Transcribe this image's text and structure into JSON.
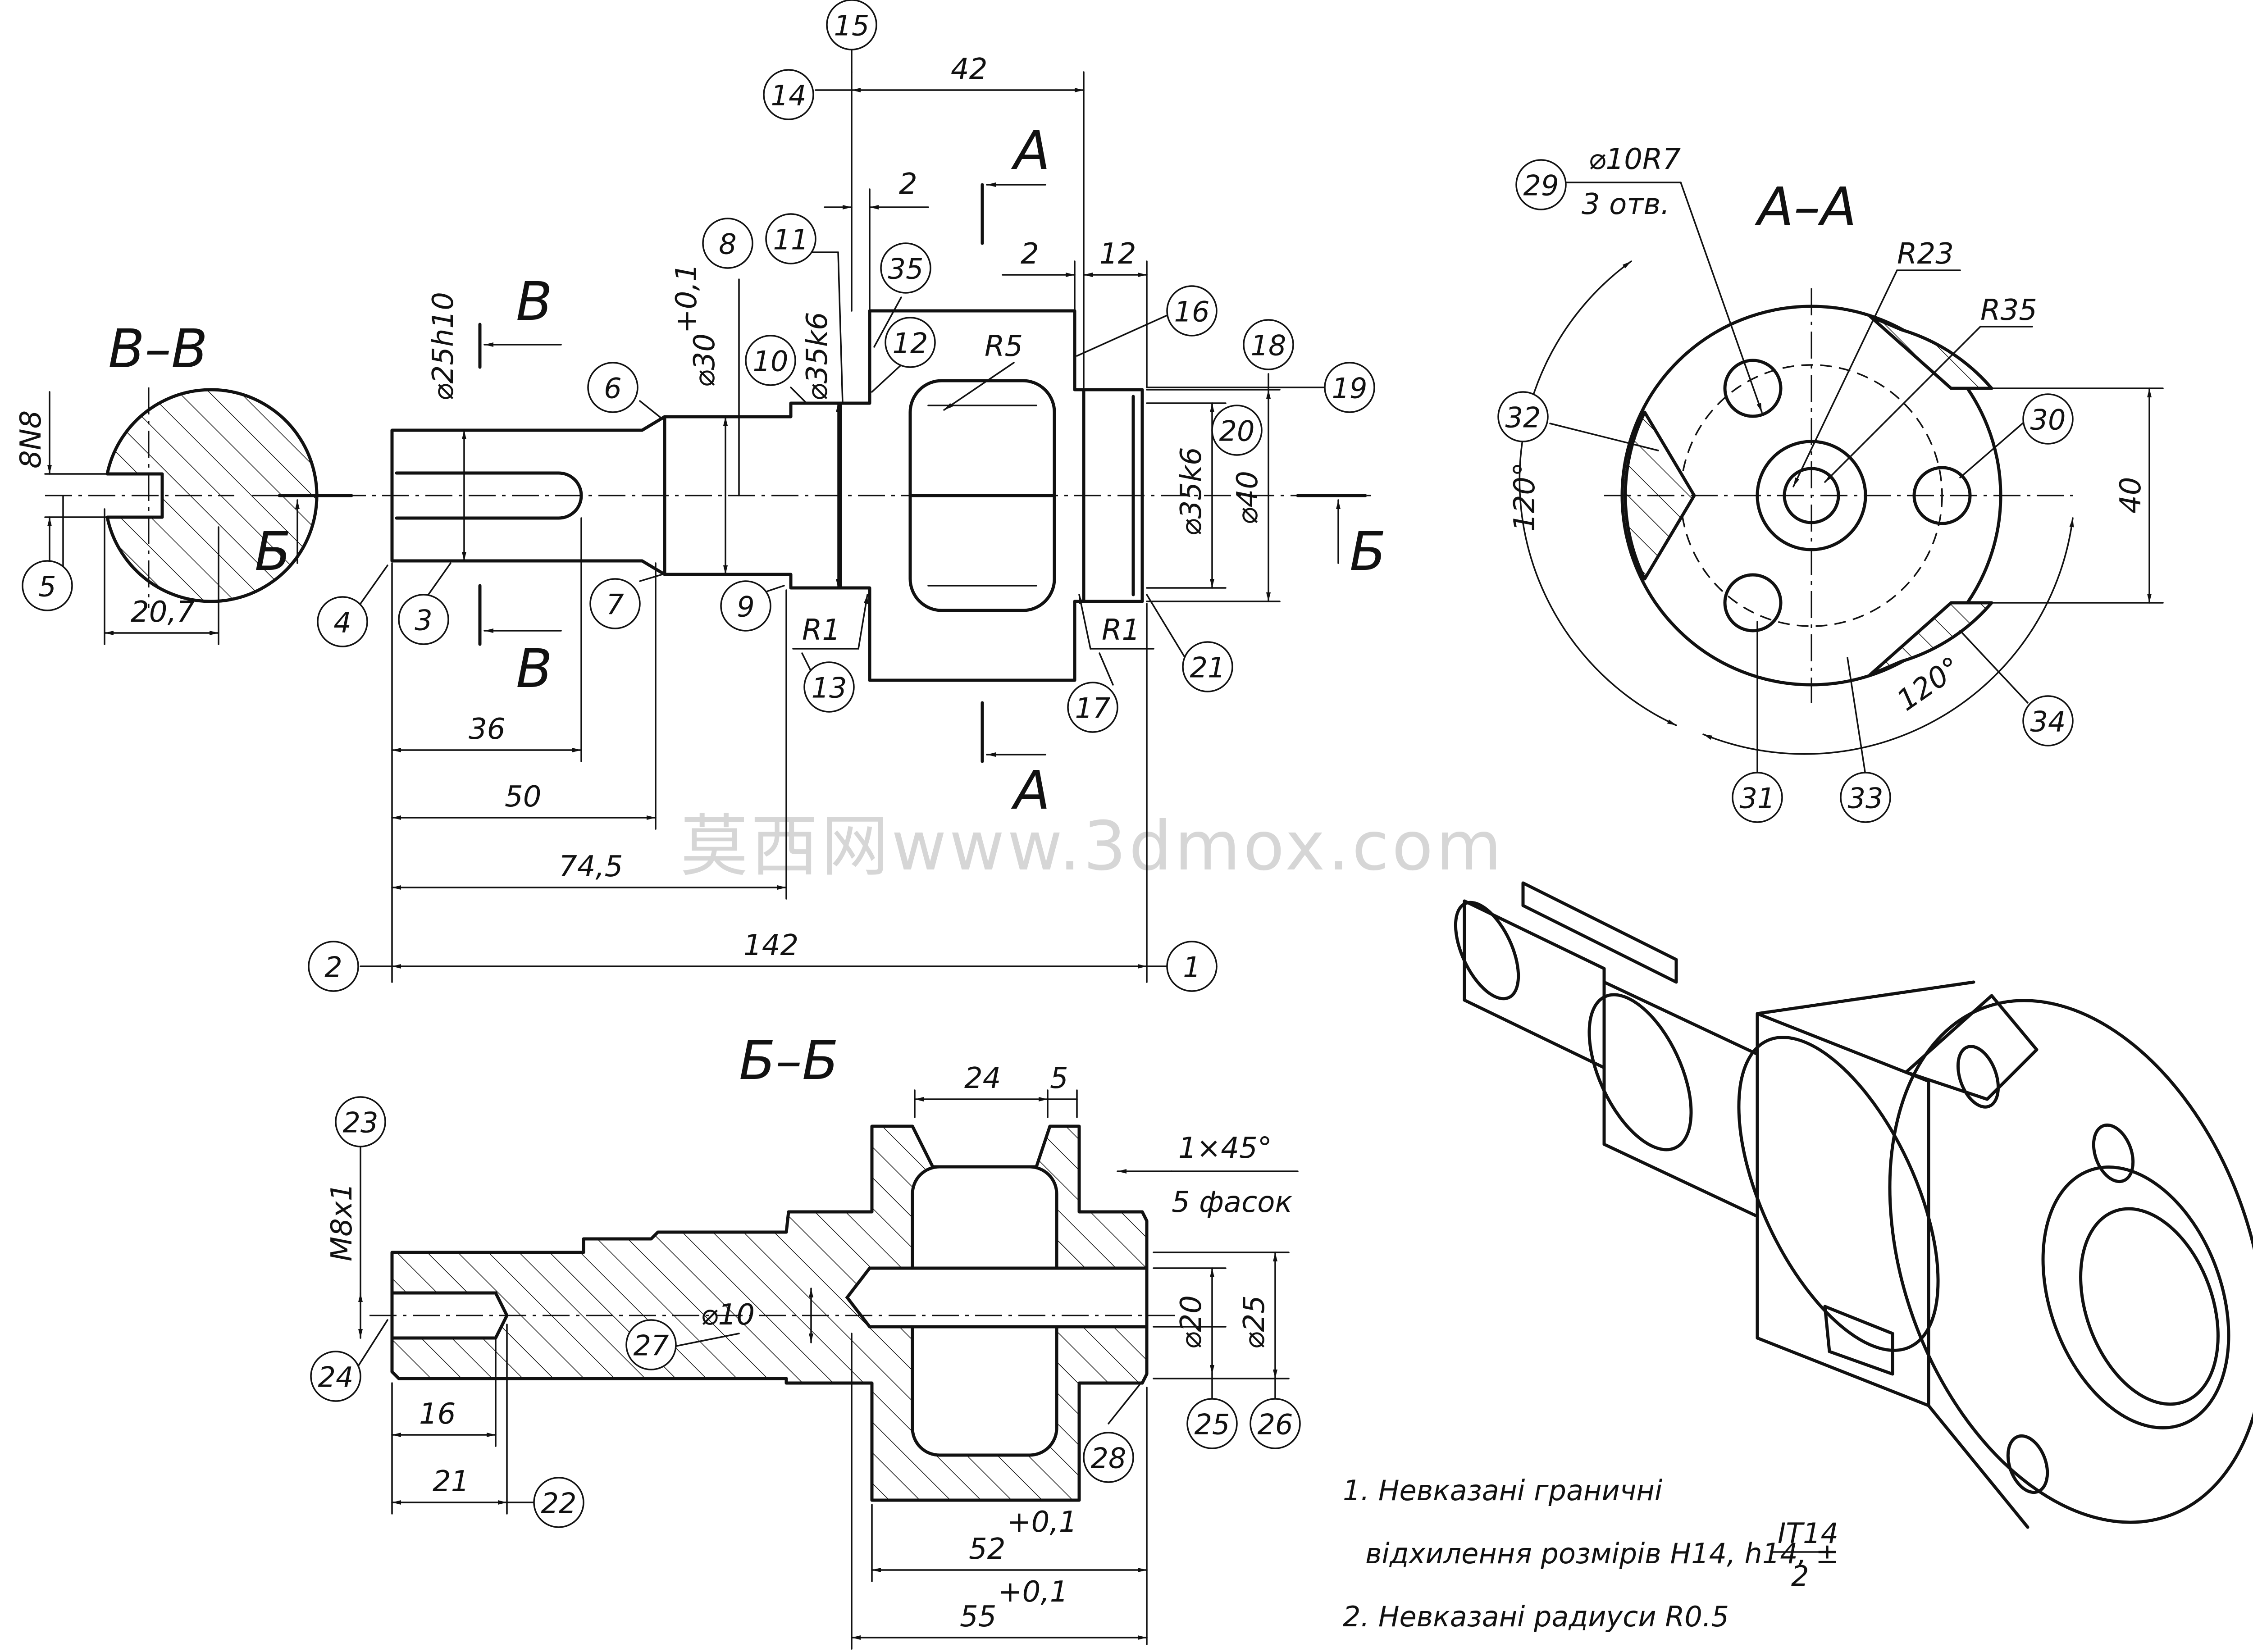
{
  "views": {
    "section_vv": "В–В",
    "section_aa": "А–А",
    "section_bb": "Б–Б"
  },
  "cut_marks": {
    "b": "Б",
    "v": "В",
    "a": "А"
  },
  "watermark": "莫西网www.3dmox.com",
  "dimensions": {
    "key_width": "8N8",
    "key_depth": "20,7",
    "d25h10": "⌀25h10",
    "d30_base": "⌀30",
    "d30_tol": "+0,1",
    "d35k6_left": "⌀35k6",
    "d35k6_right": "⌀35k6",
    "d40": "⌀40",
    "r5": "R5",
    "r1_left": "R1",
    "r1_right": "R1",
    "l42": "42",
    "l2_top": "2",
    "l2_mid": "2",
    "l12": "12",
    "l36": "36",
    "l50": "50",
    "l74_5": "74,5",
    "l142": "142",
    "hole_d10r7": "⌀10R7",
    "hole_count": "3 отв.",
    "r23": "R23",
    "r35": "R35",
    "ang_left": "120°",
    "ang_right": "120°",
    "l40": "40",
    "l24": "24",
    "l5": "5",
    "chamfer": "1×45°",
    "chamfer_count": "5 фасок",
    "thread": "M8x1",
    "d10": "⌀10",
    "d20": "⌀20",
    "d25": "⌀25",
    "l16": "16",
    "l21": "21",
    "l52_base": "52",
    "l52_tol": "+0,1",
    "l55_base": "55",
    "l55_tol": "+0,1"
  },
  "notes": {
    "line1": "1. Невказані граничні",
    "line2": "відхилення розмірів Н14, h14, ±",
    "frac_num": "IT14",
    "frac_den": "2",
    "line3": "2. Невказані радиуси R0.5"
  },
  "balloons": [
    "1",
    "2",
    "3",
    "4",
    "5",
    "6",
    "7",
    "8",
    "9",
    "10",
    "11",
    "12",
    "13",
    "14",
    "15",
    "16",
    "17",
    "18",
    "19",
    "20",
    "21",
    "22",
    "23",
    "24",
    "25",
    "26",
    "27",
    "28",
    "29",
    "30",
    "31",
    "32",
    "33",
    "34",
    "35"
  ]
}
